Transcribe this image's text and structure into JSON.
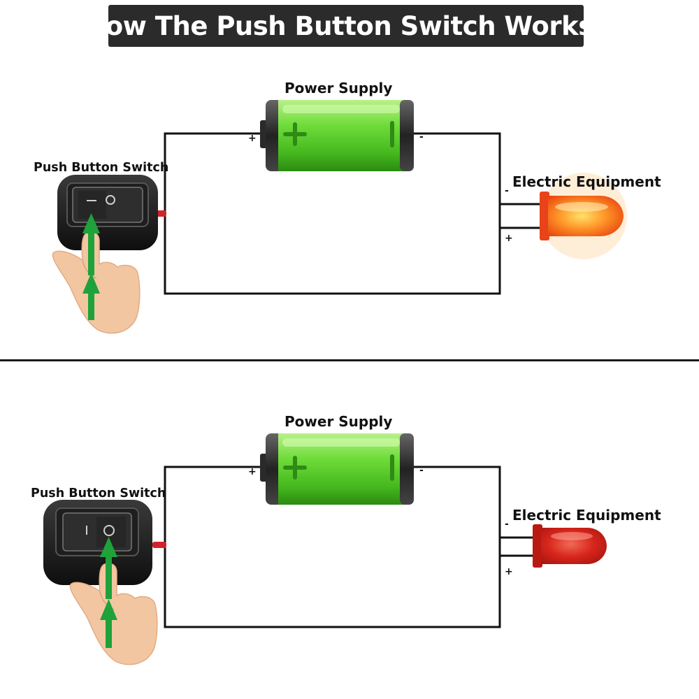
{
  "title": "How The Push Button Switch Works?",
  "diagrams": [
    {
      "state": "on",
      "labels": {
        "power_supply": "Power Supply",
        "switch": "Push Button Switch",
        "equipment": "Electric Equipment"
      },
      "battery_terminals": {
        "positive": "+",
        "negative": "-"
      },
      "led_terminals": {
        "negative": "-",
        "positive": "+"
      },
      "switch_marks": {
        "on": "—",
        "off": "O"
      },
      "led_color": "#ff6a1a"
    },
    {
      "state": "off",
      "labels": {
        "power_supply": "Power Supply",
        "switch": "Push Button Switch",
        "equipment": "Electric Equipment"
      },
      "battery_terminals": {
        "positive": "+",
        "negative": "-"
      },
      "led_terminals": {
        "negative": "-",
        "positive": "+"
      },
      "switch_marks": {
        "on": "I",
        "off": "O"
      },
      "led_color": "#d8261c"
    }
  ],
  "colors": {
    "battery_green": "#5ad22c",
    "arrow_green": "#1fa23a",
    "wire": "#111111",
    "switch_body": "#1c1c1c",
    "switch_lead": "#d0232a",
    "skin": "#f4c9a6"
  }
}
